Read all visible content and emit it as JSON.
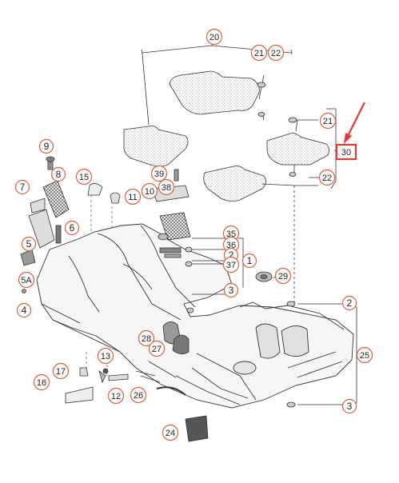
{
  "diagram": {
    "callouts": {
      "c20": "20",
      "c21a": "21",
      "c22a": "22",
      "c21b": "21",
      "c30": "30",
      "c22b": "22",
      "c9": "9",
      "c8": "8",
      "c7": "7",
      "c6": "6",
      "c5": "5",
      "c5a": "5A",
      "c4": "4",
      "c15": "15",
      "c39": "39",
      "c10": "10",
      "c11": "11",
      "c38": "38",
      "c35": "35",
      "c36": "36",
      "c2a": "2",
      "c37": "37",
      "c1": "1",
      "c3a": "3",
      "c29": "29",
      "c2b": "2",
      "c25": "25",
      "c3b": "3",
      "c28": "28",
      "c27": "27",
      "c13": "13",
      "c17": "17",
      "c16": "16",
      "c12": "12",
      "c26": "26",
      "c24": "24"
    },
    "highlight_color": "#e8372c",
    "line_color": "#333333",
    "callout_color": "#d9603b"
  }
}
